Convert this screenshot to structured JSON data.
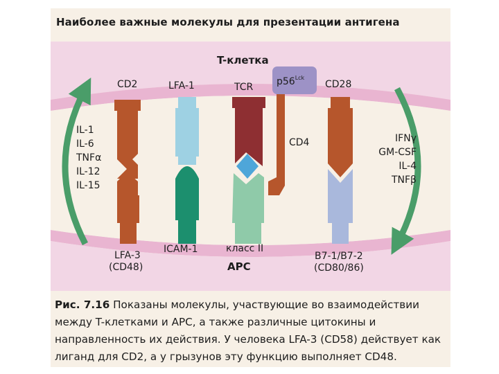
{
  "title": "Наиболее важные молекулы для презентации антигена",
  "labels": {
    "t_cell": "T-клетка",
    "apc": "APC",
    "cd2": "CD2",
    "lfa1": "LFA-1",
    "tcr": "TCR",
    "p56_base": "p56",
    "p56_sup": "Lck",
    "cd28": "CD28",
    "cd4": "CD4",
    "lfa3_line1": "LFA-3",
    "lfa3_line2": "(CD48)",
    "icam1": "ICAM-1",
    "class2": "класс II",
    "b7_line1": "B7-1/B7-2",
    "b7_line2": "(CD80/86)"
  },
  "cytokines_left": [
    "IL-1",
    "IL-6",
    "TNFα",
    "IL-12",
    "IL-15"
  ],
  "cytokines_right": [
    "IFNγ",
    "GM-CSF",
    "IL-4",
    "TNFβ"
  ],
  "caption": {
    "number": "Рис. 7.16",
    "text": " Показаны молекулы, участвующие во взаимодействии между T-клетками и APC, а также различные цитокины и направленность их действия. У человека LFA-3 (CD58) действует как лиганд для CD2, а у грызунов эту функцию выполняет CD48."
  },
  "colors": {
    "membrane": "#e9b5d1",
    "cytoplasm": "#f2d6e5",
    "cd2": "#b6562c",
    "lfa1": "#9ed1e3",
    "icam1": "#1c8f6e",
    "tcr": "#8e2f32",
    "mhc": "#8fcaa9",
    "peptide": "#4ea6d9",
    "lck": "#9d92c6",
    "cd28": "#b6562c",
    "b7": "#a9b8dc",
    "arrow": "#4a9d69"
  }
}
